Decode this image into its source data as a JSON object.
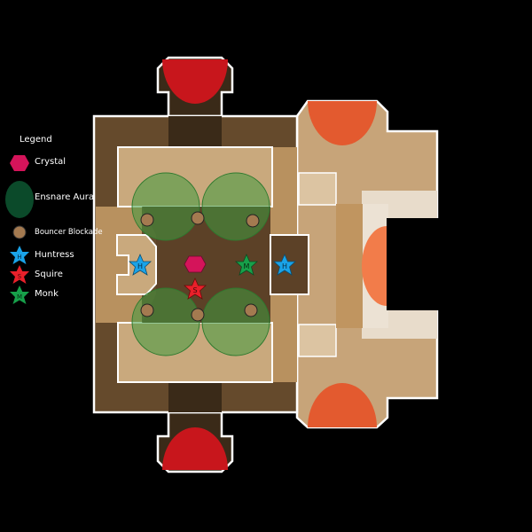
{
  "legend": {
    "title": "Legend",
    "items": [
      {
        "label": "Crystal",
        "icon": "crystal-hexagon",
        "color": "#d4145a"
      },
      {
        "label": "Ensnare Aura",
        "icon": "aura-ellipse",
        "color": "#0b4a2a"
      },
      {
        "label": "Bouncer Blockade",
        "icon": "bouncer-blockade",
        "color": "#a47a50"
      },
      {
        "label": "Huntress",
        "icon": "star",
        "letter": "H",
        "color": "#1aa3e8"
      },
      {
        "label": "Squire",
        "icon": "star",
        "letter": "S",
        "color": "#e8202a"
      },
      {
        "label": "Monk",
        "icon": "star",
        "letter": "M",
        "color": "#17a04a"
      }
    ]
  },
  "map": {
    "markers": [
      {
        "type": "huntress",
        "letter": "H"
      },
      {
        "type": "crystal"
      },
      {
        "type": "monk",
        "letter": "M"
      },
      {
        "type": "huntress",
        "letter": "H"
      },
      {
        "type": "squire",
        "letter": "S"
      }
    ],
    "bouncer_count": 6,
    "aura_count": 4,
    "spawn_count": 5
  }
}
